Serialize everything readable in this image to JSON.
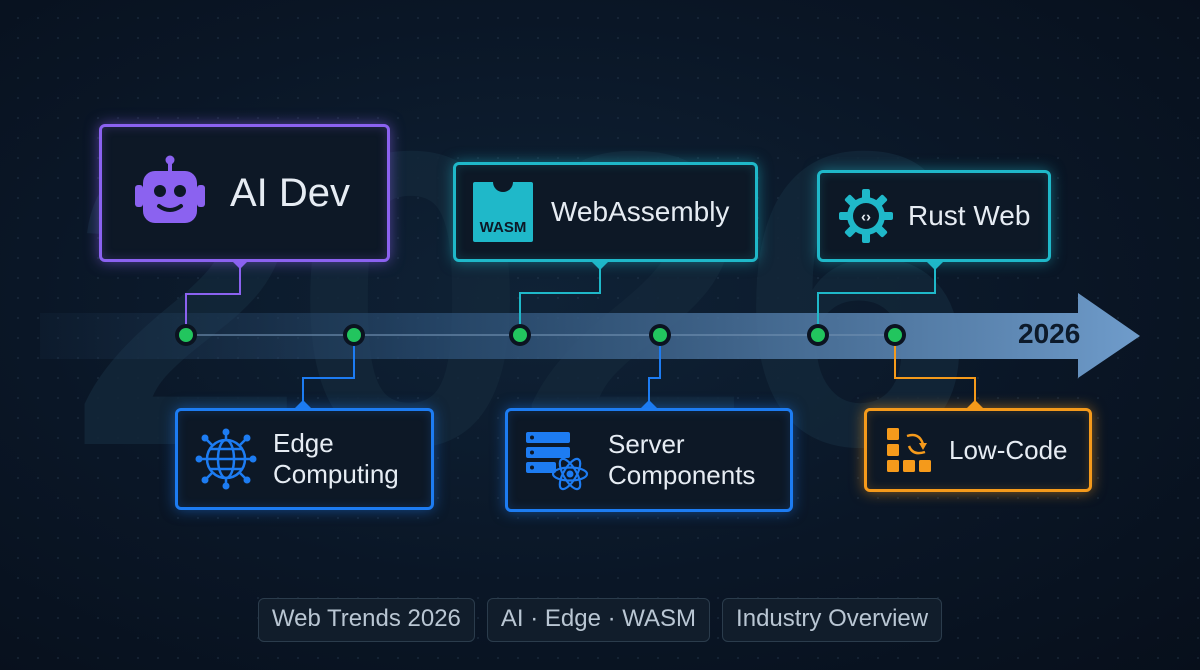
{
  "background_year": "2026",
  "timeline": {
    "end_label": "2026",
    "track_color": "#5b86b5",
    "node_color": "#22c55e"
  },
  "cards": {
    "ai_dev": {
      "label": "AI Dev",
      "icon": "robot-icon",
      "color": "#8b62f0"
    },
    "webassembly": {
      "label": "WebAssembly",
      "icon": "wasm-icon",
      "icon_text": "WASM",
      "color": "#1fb8c9"
    },
    "rust_web": {
      "label": "Rust Web",
      "icon": "gear-code-icon",
      "icon_text": "‹›",
      "color": "#1fb8c9"
    },
    "edge_computing": {
      "label": "Edge\nComputing",
      "icon": "globe-network-icon",
      "color": "#1d7cf2"
    },
    "server_components": {
      "label": "Server\nComponents",
      "icon": "server-react-icon",
      "color": "#1d7cf2"
    },
    "low_code": {
      "label": "Low-Code",
      "icon": "blocks-icon",
      "color": "#f59a1b"
    }
  },
  "tags": [
    "Web Trends 2026",
    "AI · Edge · WASM",
    "Industry Overview"
  ]
}
